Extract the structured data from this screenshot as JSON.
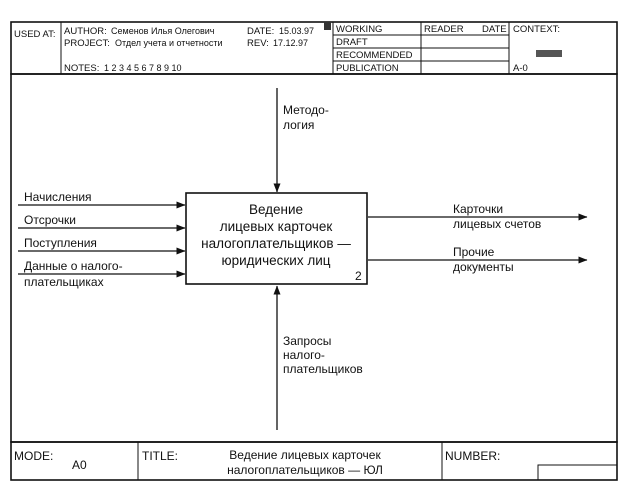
{
  "header": {
    "used_at": "USED AT:",
    "author_label": "AUTHOR:",
    "author": "Семенов Илья Олегович",
    "project_label": "PROJECT:",
    "project": "Отдел учета и отчетности",
    "notes_label": "NOTES:",
    "notes": "1 2 3 4 5 6 7 8 9 10",
    "date_label": "DATE:",
    "date": "15.03.97",
    "rev_label": "REV:",
    "rev": "17.12.97",
    "status": [
      "WORKING",
      "DRAFT",
      "RECOMMENDED",
      "PUBLICATION"
    ],
    "reader": "READER",
    "reader_date": "DATE",
    "context": "CONTEXT:",
    "node_ref": "A-0"
  },
  "diagram": {
    "box": {
      "lines": [
        "Ведение",
        "лицевых карточек",
        "налогоплательщиков —",
        "юридических лиц"
      ],
      "number": "2"
    },
    "controls": [
      [
        "Методо-",
        "логия"
      ]
    ],
    "mechanisms": [
      [
        "Запросы",
        "налого-",
        "плательщиков"
      ]
    ],
    "inputs": [
      [
        "Начисления"
      ],
      [
        "Отсрочки"
      ],
      [
        "Поступления"
      ],
      [
        "Данные о налого-",
        "плательщиках"
      ]
    ],
    "outputs": [
      [
        "Карточки",
        "лицевых счетов"
      ],
      [
        "Прочие",
        "документы"
      ]
    ]
  },
  "footer": {
    "mode_label": "MODE:",
    "mode": "A0",
    "title_label": "TITLE:",
    "title_lines": [
      "Ведение лицевых карточек",
      "налогоплательщиков — ЮЛ"
    ],
    "number_label": "NUMBER:"
  }
}
